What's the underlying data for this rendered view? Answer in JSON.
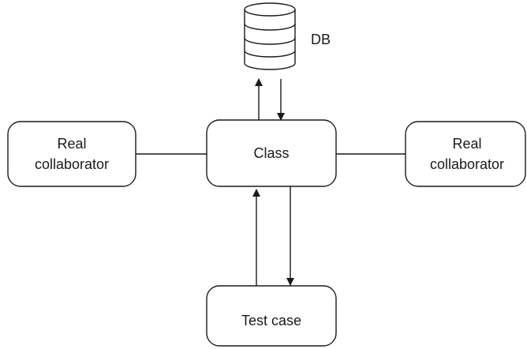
{
  "diagram": {
    "nodes": {
      "left_collaborator": {
        "lines": [
          "Real",
          "collaborator"
        ]
      },
      "class": {
        "lines": [
          "Class"
        ]
      },
      "right_collaborator": {
        "lines": [
          "Real",
          "collaborator"
        ]
      },
      "test_case": {
        "lines": [
          "Test case"
        ]
      },
      "database": {
        "label": "DB",
        "icon": "database-icon"
      }
    },
    "edges": [
      {
        "from": "left_collaborator",
        "to": "class",
        "style": "line"
      },
      {
        "from": "class",
        "to": "right_collaborator",
        "style": "line"
      },
      {
        "from": "class",
        "to": "database",
        "style": "arrow"
      },
      {
        "from": "database",
        "to": "class",
        "style": "arrow"
      },
      {
        "from": "test_case",
        "to": "class",
        "style": "arrow"
      },
      {
        "from": "class",
        "to": "test_case",
        "style": "arrow"
      }
    ],
    "colors": {
      "stroke": "#1a1a1a",
      "fill": "#ffffff",
      "text": "#1a1a1a"
    }
  }
}
